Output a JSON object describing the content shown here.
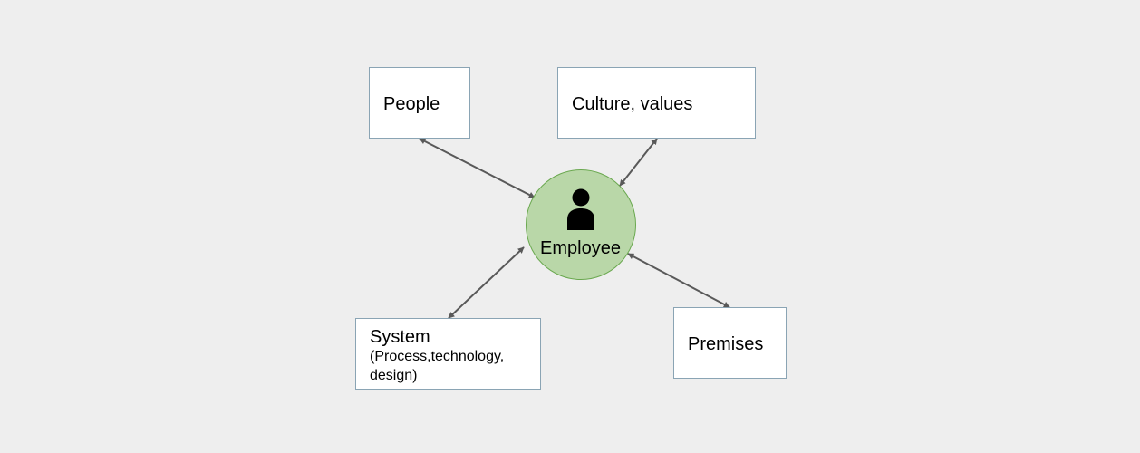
{
  "diagram": {
    "center": {
      "label": "Employee",
      "icon": "person-icon",
      "fill_color": "#b9d7a8",
      "border_color": "#6aa84f"
    },
    "nodes": {
      "people": {
        "label": "People"
      },
      "culture": {
        "label": "Culture, values"
      },
      "system": {
        "label": "System",
        "sub_line1": "(Process,technology,",
        "sub_line2": "design)"
      },
      "premises": {
        "label": "Premises"
      }
    },
    "edges": [
      {
        "from": "people",
        "to": "employee",
        "direction": "both"
      },
      {
        "from": "culture",
        "to": "employee",
        "direction": "both"
      },
      {
        "from": "system",
        "to": "employee",
        "direction": "both"
      },
      {
        "from": "premises",
        "to": "employee",
        "direction": "both"
      }
    ],
    "colors": {
      "background": "#eeeeee",
      "box_border": "#8aa4b4",
      "connector": "#595959"
    }
  }
}
